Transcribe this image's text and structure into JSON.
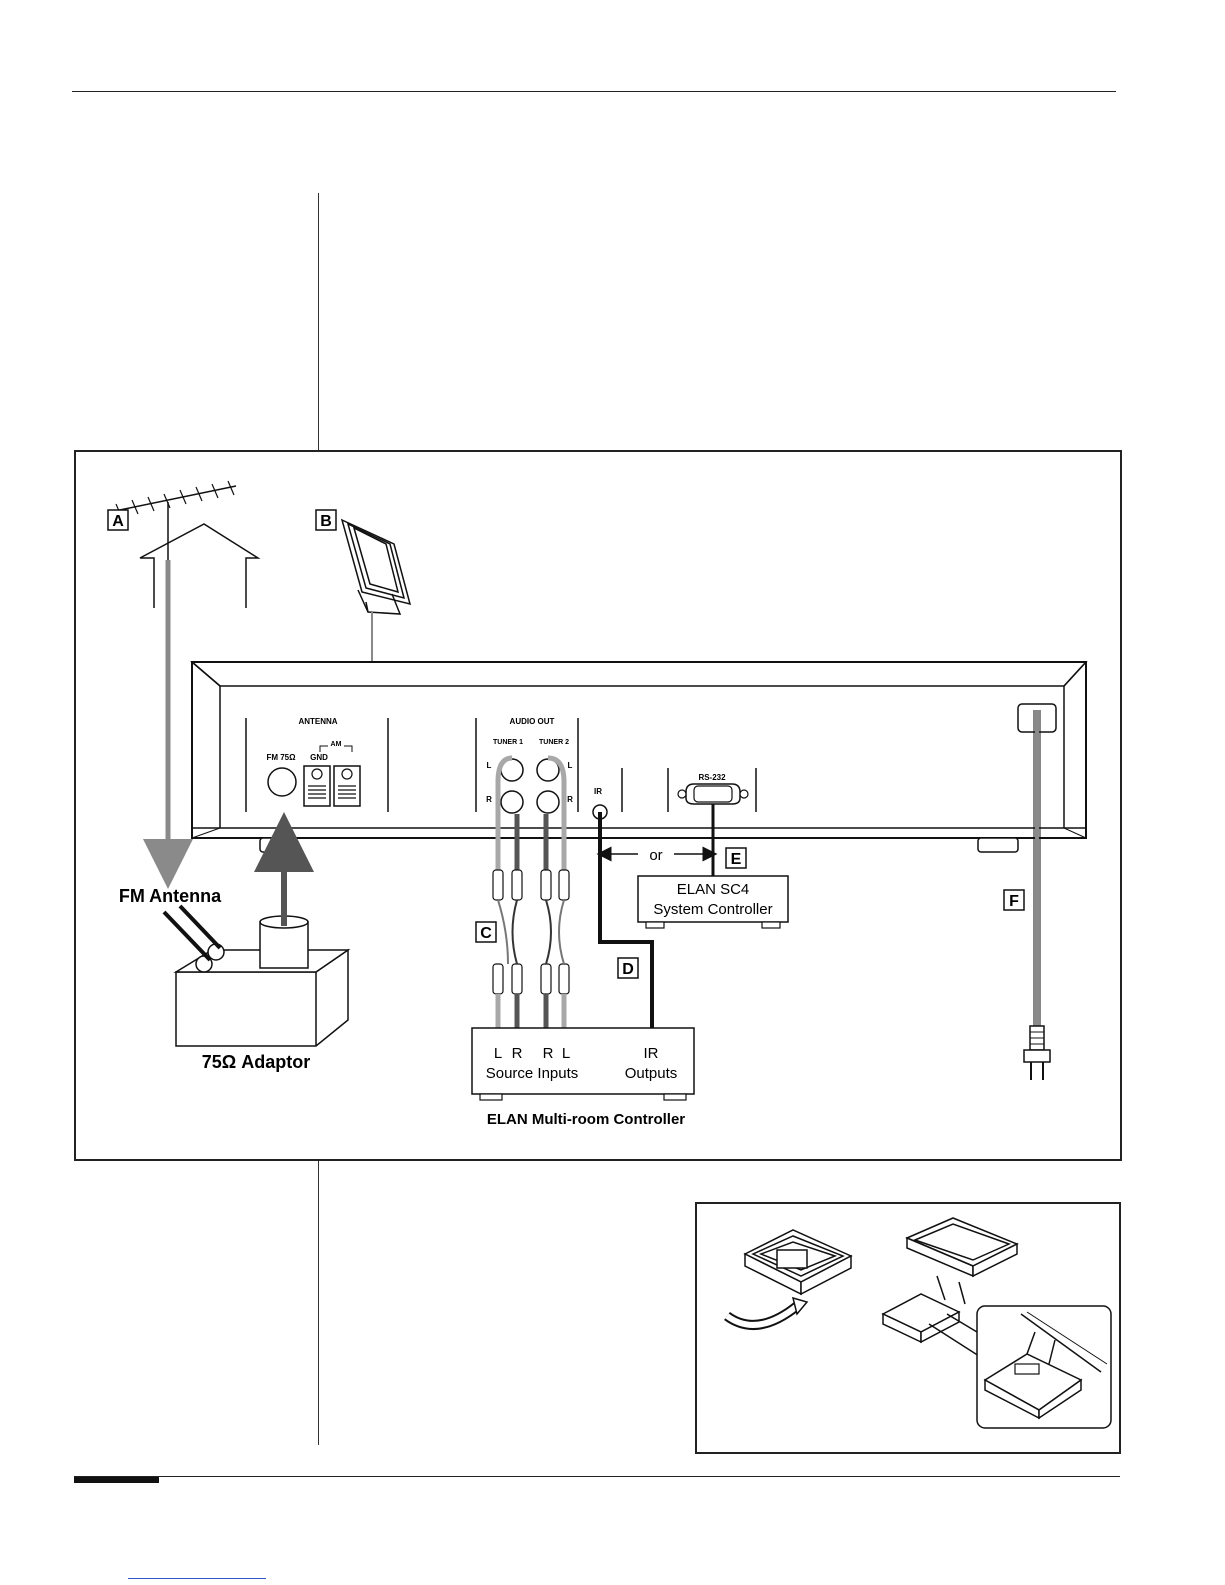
{
  "labels": {
    "A": "A",
    "B": "B",
    "C": "C",
    "D": "D",
    "E": "E",
    "F": "F"
  },
  "panel": {
    "antenna": "ANTENNA",
    "fm75": "FM 75Ω",
    "gnd": "GND",
    "am": "AM",
    "audio_out": "AUDIO OUT",
    "tuner1": "TUNER 1",
    "tuner2": "TUNER 2",
    "l": "L",
    "r": "R",
    "ir": "IR",
    "rs232": "RS-232"
  },
  "callouts": {
    "fm_antenna": "FM Antenna",
    "adaptor": "75Ω Adaptor",
    "or": "or",
    "sc4_line1": "ELAN SC4",
    "sc4_line2": "System Controller",
    "controller_title": "ELAN Multi-room Controller",
    "source_l1": "L",
    "source_r1": "R",
    "source_r2": "R",
    "source_l2": "L",
    "source_inputs": "Source Inputs",
    "ir_out_line1": "IR",
    "ir_out_line2": "Outputs"
  },
  "colors": {
    "line": "#111111",
    "gray_cable": "#8a8a8a",
    "light_gray": "#a8a8a8",
    "panel_fill": "#ffffff"
  }
}
